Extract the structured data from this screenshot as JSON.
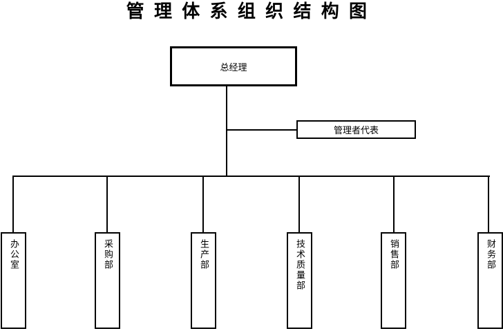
{
  "title": "管理体系组织结构图",
  "chart": {
    "type": "org-chart",
    "root": {
      "label": "总经理"
    },
    "staff": {
      "label": "管理者代表"
    },
    "departments": [
      {
        "label": "办公室"
      },
      {
        "label": "采购部"
      },
      {
        "label": "生产部"
      },
      {
        "label": "技术质量部"
      },
      {
        "label": "销售部"
      },
      {
        "label": "财务部"
      }
    ]
  },
  "colors": {
    "background": "#ffffff",
    "line": "#000000",
    "text": "#000000"
  }
}
